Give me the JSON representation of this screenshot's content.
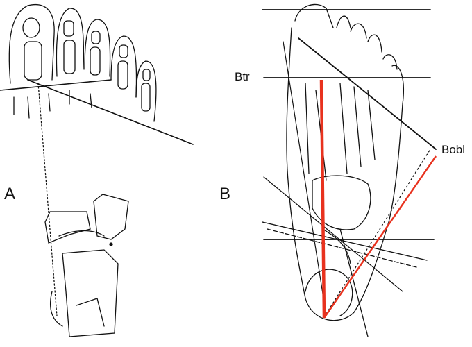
{
  "panels": {
    "a": {
      "label": "A"
    },
    "b": {
      "label": "B",
      "line_labels": {
        "transverse": "Btr",
        "oblique": "Bobl"
      }
    }
  },
  "colors": {
    "ink": "#111111",
    "accent": "#e8321e"
  }
}
